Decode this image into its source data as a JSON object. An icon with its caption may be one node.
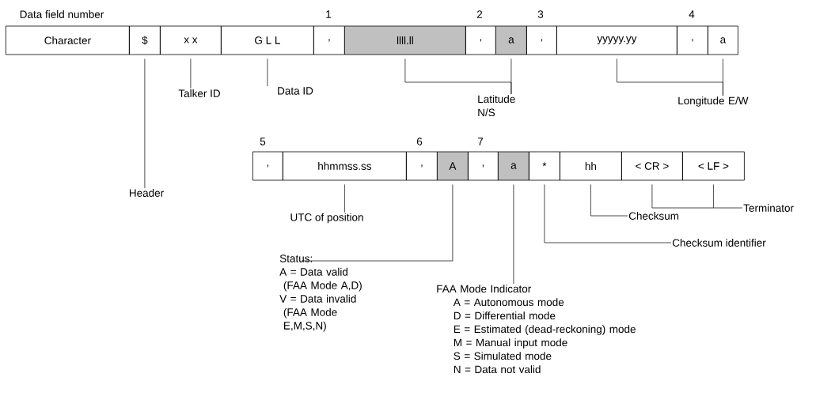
{
  "diagram": {
    "nodes": [
      {
        "text": [
          "Character"
        ]
      },
      {
        "text": [
          "$"
        ]
      },
      {
        "text": [
          "x x"
        ]
      },
      {
        "text": [
          "G L L"
        ]
      },
      {
        "text": [
          ","
        ]
      },
      {
        "text": [
          "llll.ll"
        ]
      },
      {
        "text": [
          ","
        ]
      },
      {
        "text": [
          "a"
        ]
      },
      {
        "text": [
          ","
        ]
      },
      {
        "text": [
          "yyyyy.yy"
        ]
      },
      {
        "text": [
          ","
        ]
      },
      {
        "text": [
          "a"
        ]
      },
      {
        "text": [
          ","
        ]
      },
      {
        "text": [
          "hhmmss.ss"
        ]
      },
      {
        "text": [
          ","
        ]
      },
      {
        "text": [
          "A"
        ]
      },
      {
        "text": [
          ","
        ]
      },
      {
        "text": [
          "a"
        ]
      },
      {
        "text": [
          "*"
        ]
      },
      {
        "text": [
          "hh"
        ]
      },
      {
        "text": [
          "< CR >"
        ]
      },
      {
        "text": [
          "< LF >"
        ]
      },
      {
        "text": [
          "Header"
        ]
      },
      {
        "text": [
          "Talker ID"
        ]
      },
      {
        "text": [
          "Data ID"
        ]
      },
      {
        "text": [
          "Latitude N/S"
        ]
      },
      {
        "text": [
          "Longitude E/W"
        ]
      },
      {
        "text": [
          "UTC of position"
        ]
      },
      {
        "text": [
          "Status:",
          "A = Data valid (FAA Mode A,D)",
          "V = Data invalid (FAA Mode E,M,S,N)"
        ]
      },
      {
        "text": [
          "FAA Mode Indicator",
          "A = Autonomous mode",
          "D = Differential mode",
          "E = Estimated (dead-reckoning) mode",
          "M = Manual input mode",
          "S = Simulated mode",
          "N = Data not valid"
        ]
      },
      {
        "text": [
          "Checksum identifier"
        ]
      },
      {
        "text": [
          "Checksum"
        ]
      },
      {
        "text": [
          "Terminator"
        ]
      }
    ],
    "edges": [
      {
        "from": 1,
        "to": 22,
        "arrow": "none"
      },
      {
        "from": 2,
        "to": 23,
        "arrow": "none"
      },
      {
        "from": 3,
        "to": 24,
        "arrow": "none"
      },
      {
        "from": 5,
        "to": 25,
        "arrow": "none"
      },
      {
        "from": 7,
        "to": 25,
        "arrow": "none"
      },
      {
        "from": 9,
        "to": 26,
        "arrow": "none"
      },
      {
        "from": 11,
        "to": 26,
        "arrow": "none"
      },
      {
        "from": 13,
        "to": 27,
        "arrow": "none"
      },
      {
        "from": 15,
        "to": 28,
        "arrow": "none"
      },
      {
        "from": 17,
        "to": 29,
        "arrow": "none"
      },
      {
        "from": 18,
        "to": 30,
        "arrow": "none"
      },
      {
        "from": 19,
        "to": 31,
        "arrow": "none"
      },
      {
        "from": 20,
        "to": 32,
        "arrow": "none"
      },
      {
        "from": 21,
        "to": 32,
        "arrow": "none"
      }
    ],
    "labels": [
      "Data field number",
      "1",
      "2",
      "3",
      "4",
      "5",
      "6",
      "7"
    ]
  }
}
